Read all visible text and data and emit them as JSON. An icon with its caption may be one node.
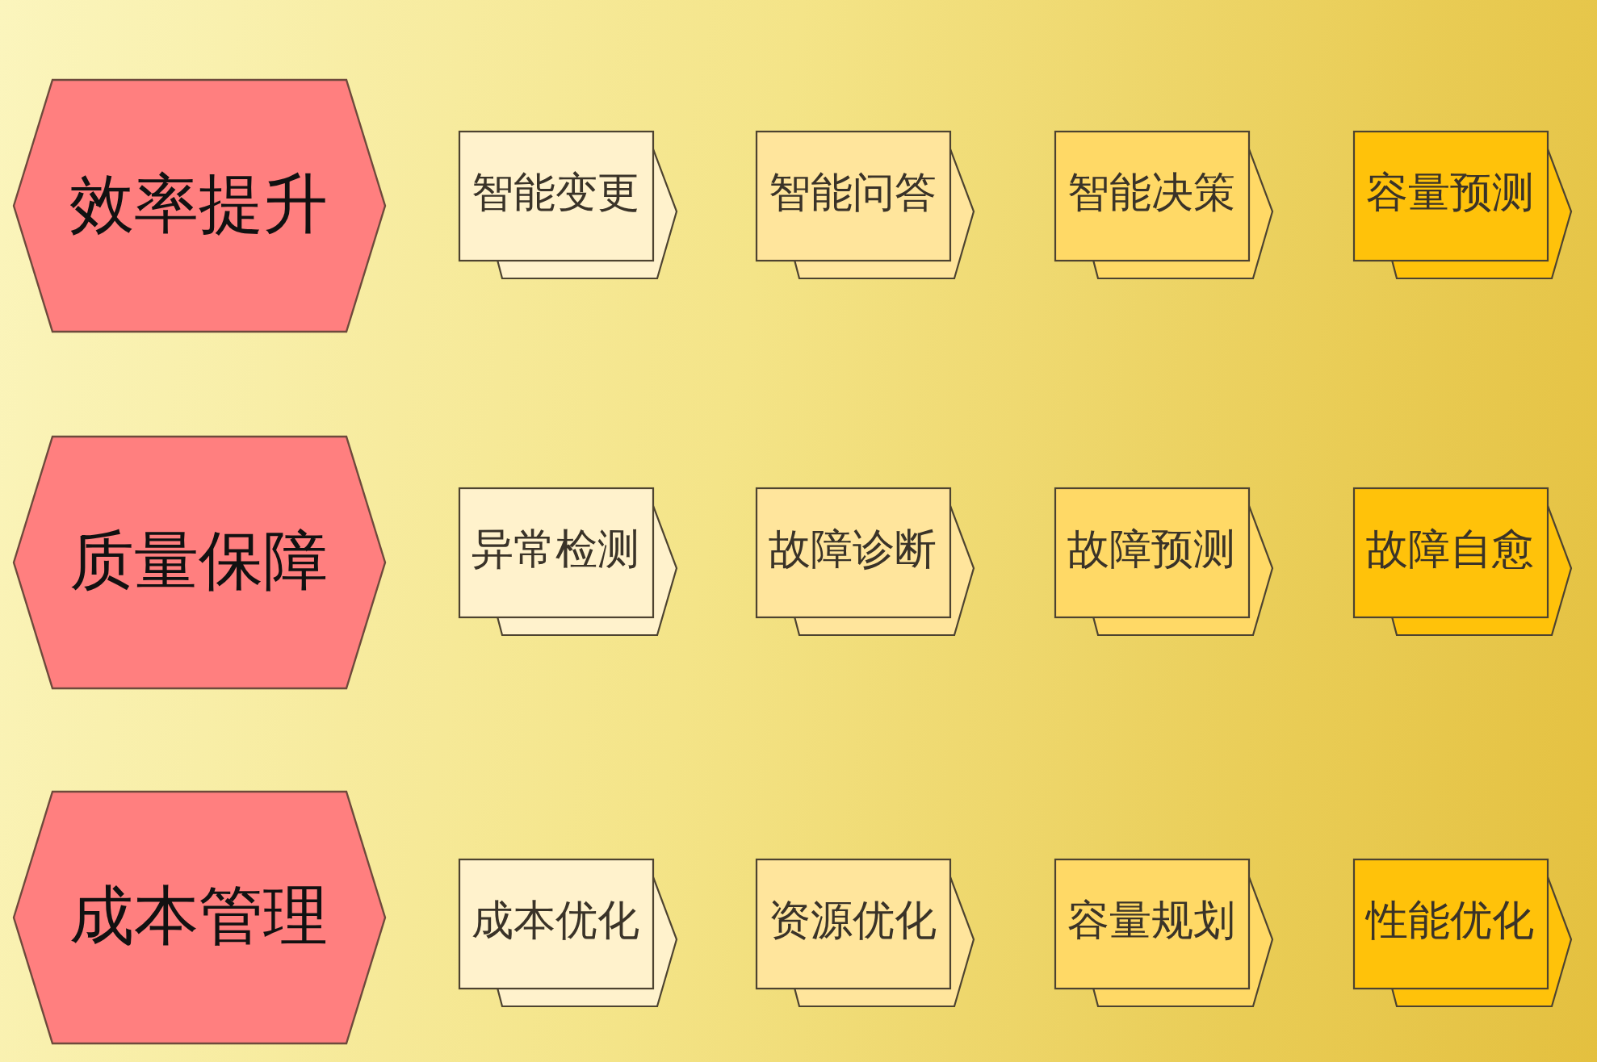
{
  "diagram": {
    "nodes": [
      {
        "text": [
          "效率提升"
        ]
      },
      {
        "text": [
          "智能变更"
        ]
      },
      {
        "text": [
          "智能问答"
        ]
      },
      {
        "text": [
          "智能决策"
        ]
      },
      {
        "text": [
          "容量预测"
        ]
      },
      {
        "text": [
          "质量保障"
        ]
      },
      {
        "text": [
          "异常检测"
        ]
      },
      {
        "text": [
          "故障诊断"
        ]
      },
      {
        "text": [
          "故障预测"
        ]
      },
      {
        "text": [
          "故障自愈"
        ]
      },
      {
        "text": [
          "成本管理"
        ]
      },
      {
        "text": [
          "成本优化"
        ]
      },
      {
        "text": [
          "资源优化"
        ]
      },
      {
        "text": [
          "容量规划"
        ]
      },
      {
        "text": [
          "性能优化"
        ]
      }
    ]
  }
}
